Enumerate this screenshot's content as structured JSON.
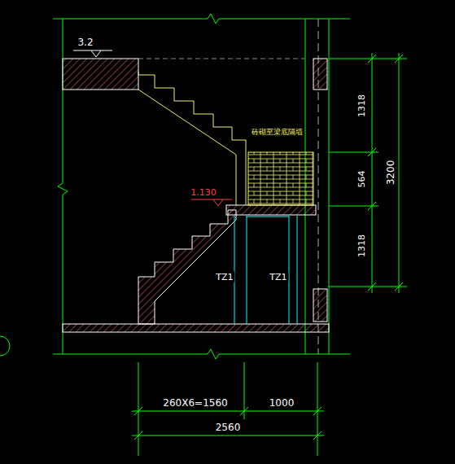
{
  "diagram": {
    "labels": [
      "3.2",
      "砖砌至梁底隔墙",
      "1318",
      "564",
      "3200",
      "1.130",
      "1318",
      "TZ1",
      "TZ1",
      "260X6=1560",
      "1000",
      "2560"
    ]
  }
}
